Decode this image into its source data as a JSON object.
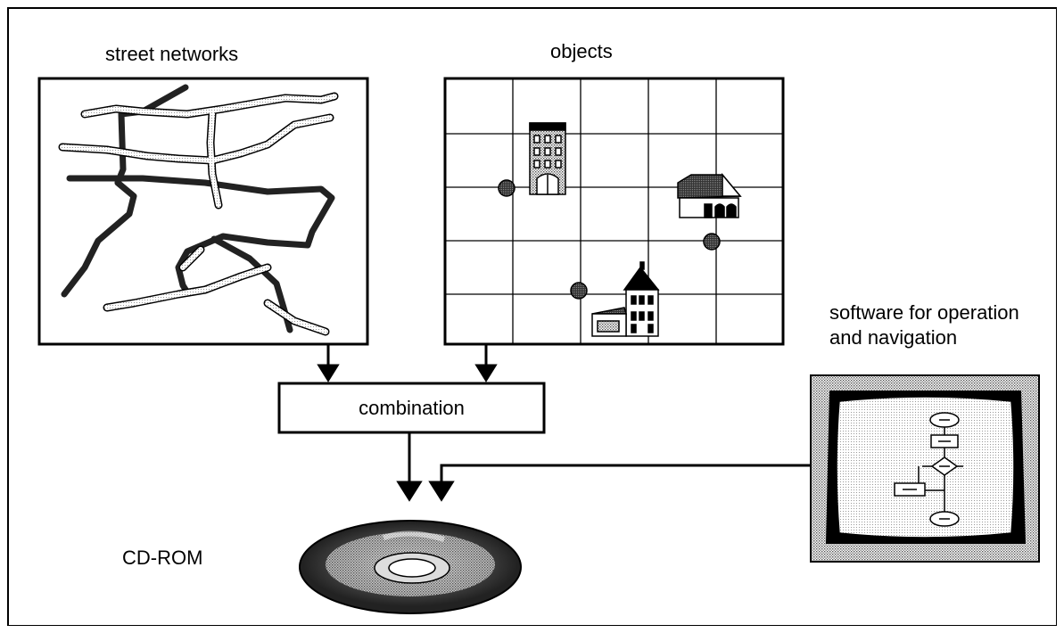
{
  "diagram": {
    "labels": {
      "street_networks": "street networks",
      "objects": "objects",
      "combination": "combination",
      "software_line1": "software for operation",
      "software_line2": "and navigation",
      "cdrom": "CD-ROM"
    },
    "icons": {
      "streets": "street-map-icon",
      "office": "office-building-icon",
      "house": "house-icon",
      "villa": "villa-icon",
      "poi": "poi-marker-icon",
      "monitor": "monitor-icon",
      "flowchart": "flowchart-icon",
      "disc": "cd-rom-icon"
    }
  }
}
